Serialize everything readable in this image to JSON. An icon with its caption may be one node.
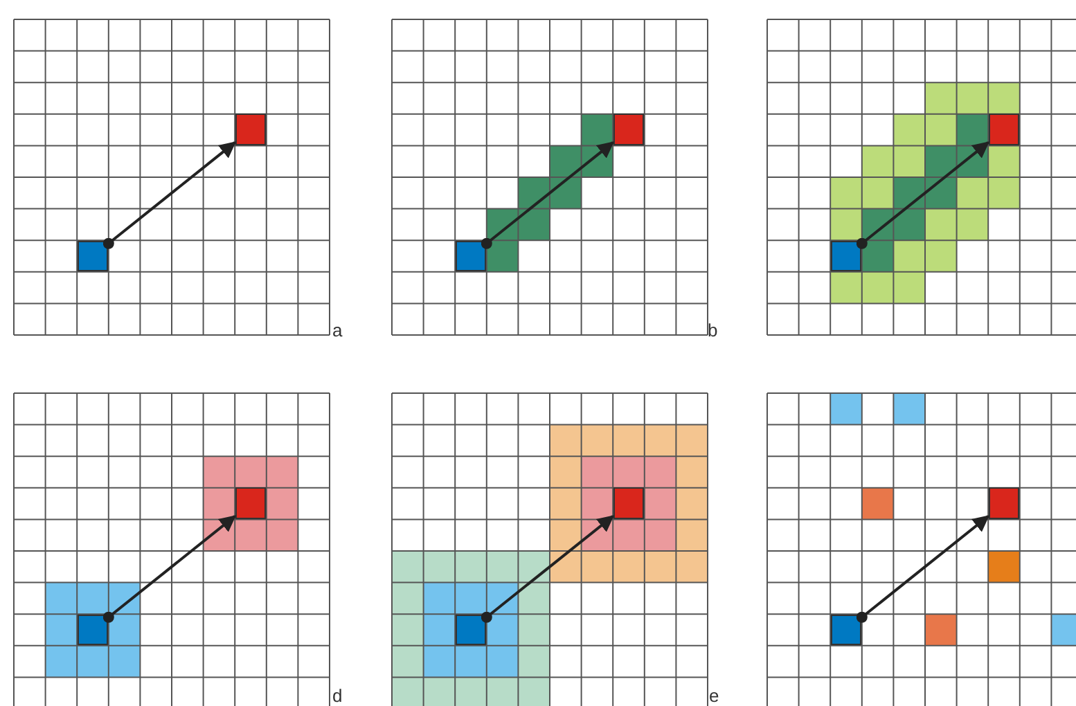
{
  "diagram": {
    "nodes": [
      {
        "text": [],
        "shape": "box"
      },
      {
        "text": [],
        "shape": "box"
      },
      {
        "text": [],
        "shape": "box"
      },
      {
        "text": [],
        "shape": "box"
      },
      {
        "text": [],
        "shape": "box"
      },
      {
        "text": [],
        "shape": "box"
      },
      {
        "text": [],
        "shape": "box"
      },
      {
        "text": [],
        "shape": "box"
      },
      {
        "text": [],
        "shape": "box"
      },
      {
        "text": [],
        "shape": "box"
      },
      {
        "text": [],
        "shape": "box"
      },
      {
        "text": [],
        "shape": "box"
      }
    ],
    "edges": [
      {
        "from": 1,
        "to": 0,
        "arrow": "to"
      },
      {
        "from": 3,
        "to": 2,
        "arrow": "to"
      },
      {
        "from": 5,
        "to": 4,
        "arrow": "to"
      },
      {
        "from": 7,
        "to": 6,
        "arrow": "to"
      },
      {
        "from": 9,
        "to": 8,
        "arrow": "to"
      },
      {
        "from": 11,
        "to": 10,
        "arrow": "to"
      }
    ],
    "labels": [
      "a",
      "b",
      "d",
      "e"
    ]
  }
}
